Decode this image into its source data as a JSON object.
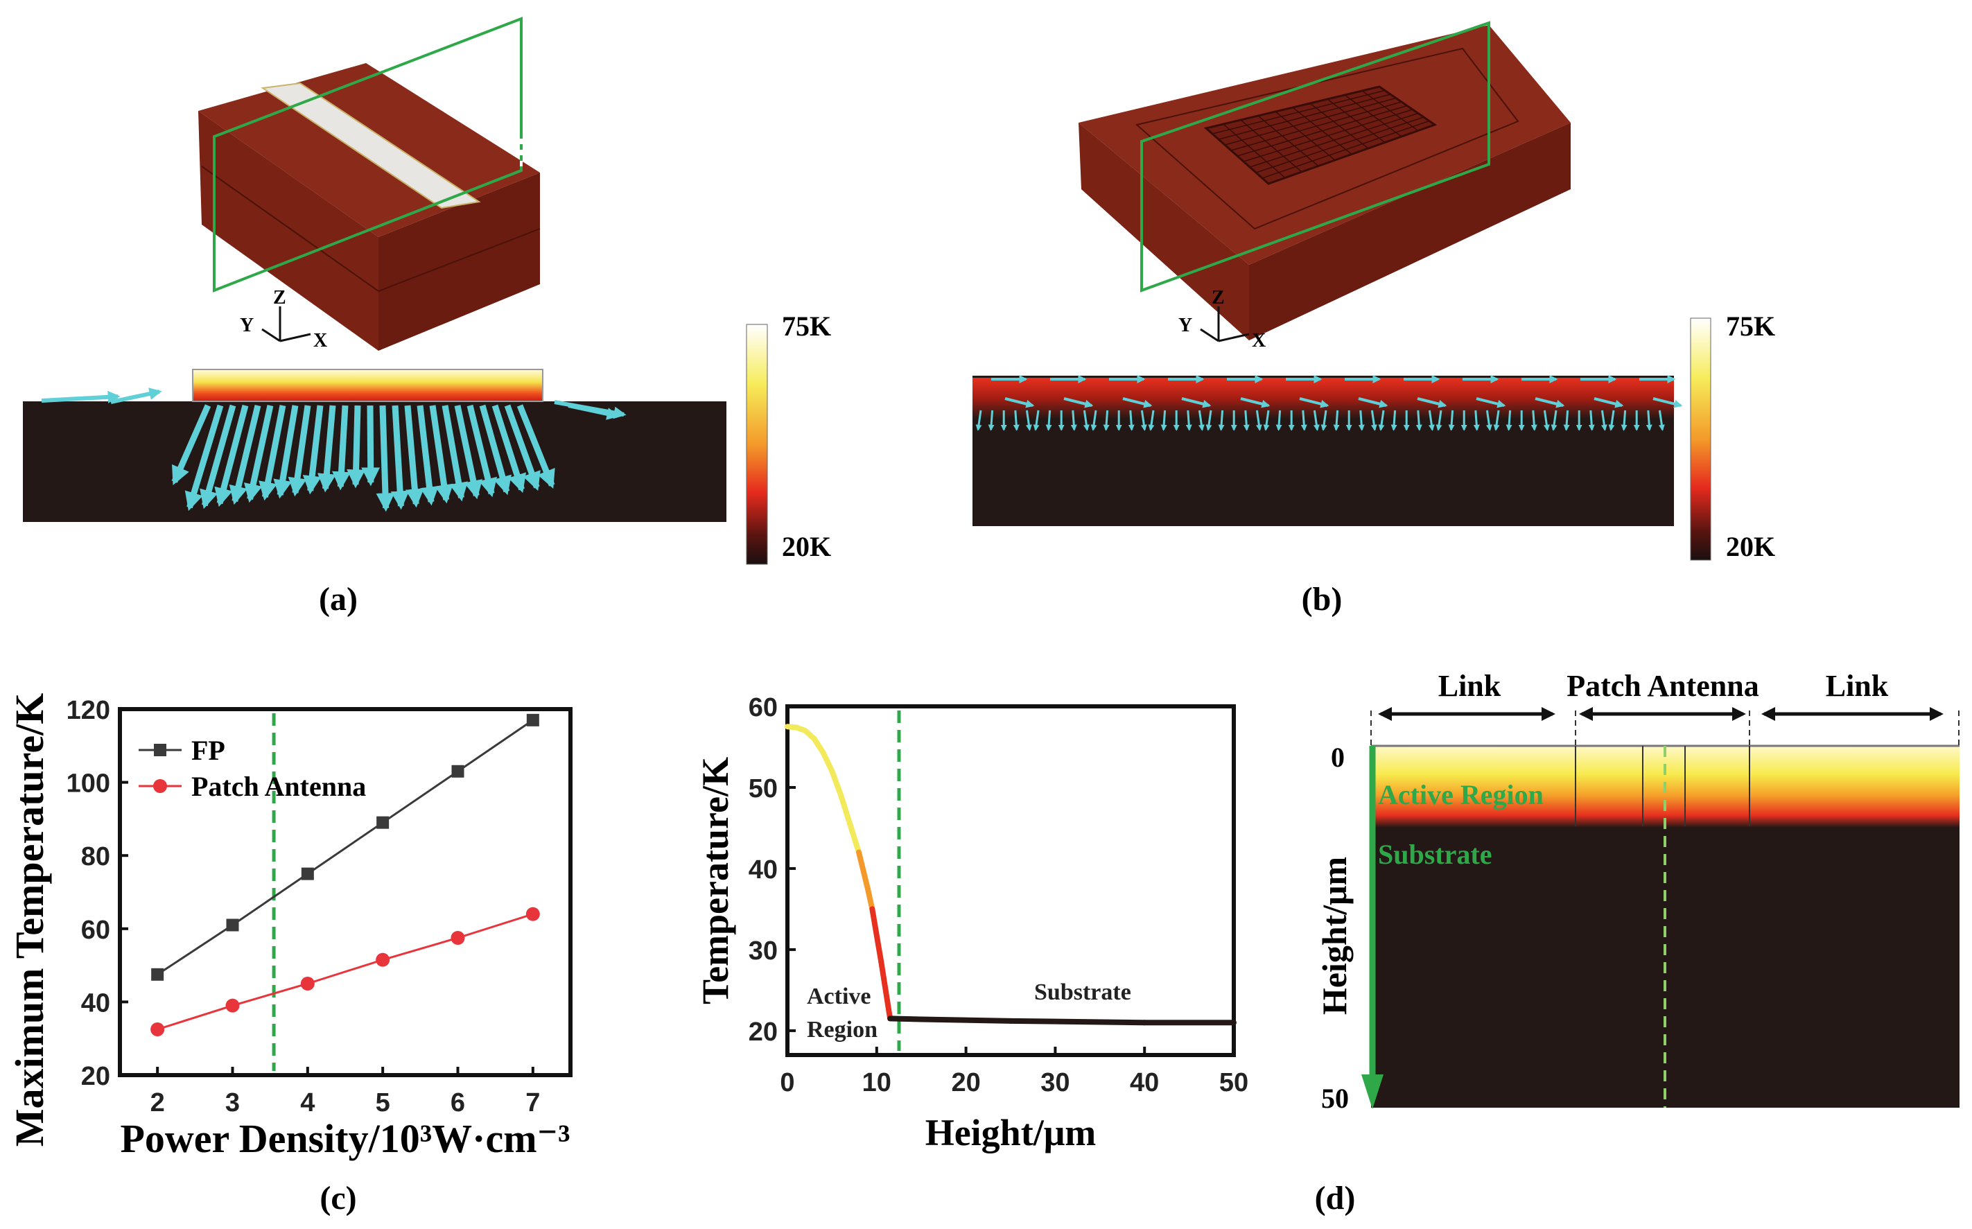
{
  "panels": {
    "a": {
      "label": "(a)",
      "colorbar": {
        "max": "75K",
        "min": "20K"
      },
      "axes": {
        "x": "X",
        "y": "Y",
        "z": "Z"
      }
    },
    "b": {
      "label": "(b)",
      "colorbar": {
        "max": "75K",
        "min": "20K"
      },
      "axes": {
        "x": "X",
        "y": "Y",
        "z": "Z"
      }
    },
    "c": {
      "label": "(c)"
    },
    "d": {
      "label": "(d)",
      "regions": {
        "link_left": "Link",
        "patch": "Patch Antenna",
        "link_right": "Link"
      },
      "active": "Active Region",
      "substrate": "Substrate",
      "ylabel": "Height/μm",
      "ytop": "0",
      "ybottom": "50"
    }
  },
  "colors": {
    "accent_green": "#2fa84a",
    "cyan_arrow": "#5fd0d8",
    "fp": "#3a3a3a",
    "patch": "#e8353b",
    "substrate": "#231815"
  },
  "chart_data": [
    {
      "type": "line",
      "title": "",
      "xlabel": "Power Density/10³W·cm⁻³",
      "ylabel": "Maximum Temperature/K",
      "x": [
        2,
        3,
        4,
        5,
        6,
        7
      ],
      "xticks": [
        "2",
        "3",
        "4",
        "5",
        "6",
        "7"
      ],
      "yticks": [
        "20",
        "40",
        "60",
        "80",
        "100",
        "120"
      ],
      "xlim": [
        1.5,
        7.5
      ],
      "ylim": [
        20,
        120
      ],
      "legend": "top-left",
      "vline": 3.55,
      "series": [
        {
          "name": "FP",
          "marker": "square",
          "values": [
            47.5,
            61,
            75,
            89,
            103,
            117
          ]
        },
        {
          "name": "Patch Antenna",
          "marker": "circle",
          "values": [
            32.5,
            39,
            45,
            51.5,
            57.5,
            64
          ]
        }
      ]
    },
    {
      "type": "line",
      "title": "",
      "xlabel": "Height/μm",
      "ylabel": "Temperature/K",
      "xticks": [
        "0",
        "10",
        "20",
        "30",
        "40",
        "50"
      ],
      "yticks": [
        "20",
        "30",
        "40",
        "50",
        "60"
      ],
      "xlim": [
        0,
        50
      ],
      "ylim": [
        17,
        60
      ],
      "vline": 12.5,
      "annotations": {
        "active": [
          "Active",
          "Region"
        ],
        "substrate": "Substrate"
      },
      "x": [
        0,
        1,
        2,
        3,
        4,
        5,
        6,
        7,
        8,
        9,
        9.5,
        10.5,
        11.5,
        15,
        25,
        40,
        50
      ],
      "values": [
        57.5,
        57.4,
        57,
        56,
        54.3,
        52,
        49,
        45.5,
        42,
        37.5,
        35,
        28.5,
        21.5,
        21.4,
        21.2,
        21,
        21
      ]
    }
  ]
}
